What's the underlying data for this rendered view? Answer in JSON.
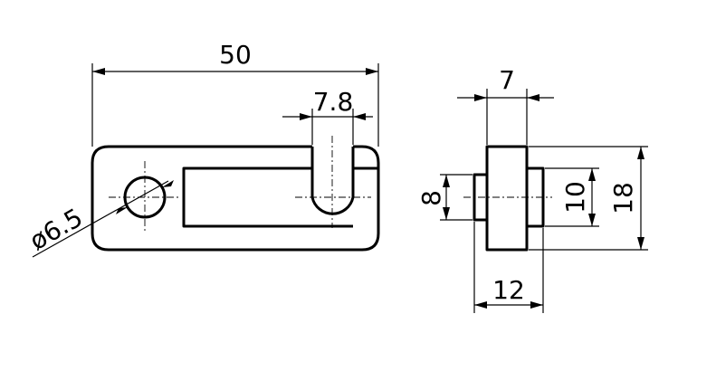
{
  "drawing": {
    "front_view": {
      "overall_length": "50",
      "slot_width": "7.8",
      "hole_diameter": "ø6.5"
    },
    "side_view": {
      "thickness": "7",
      "width": "12",
      "height": "18",
      "boss_small": "8",
      "boss_large": "10"
    }
  }
}
